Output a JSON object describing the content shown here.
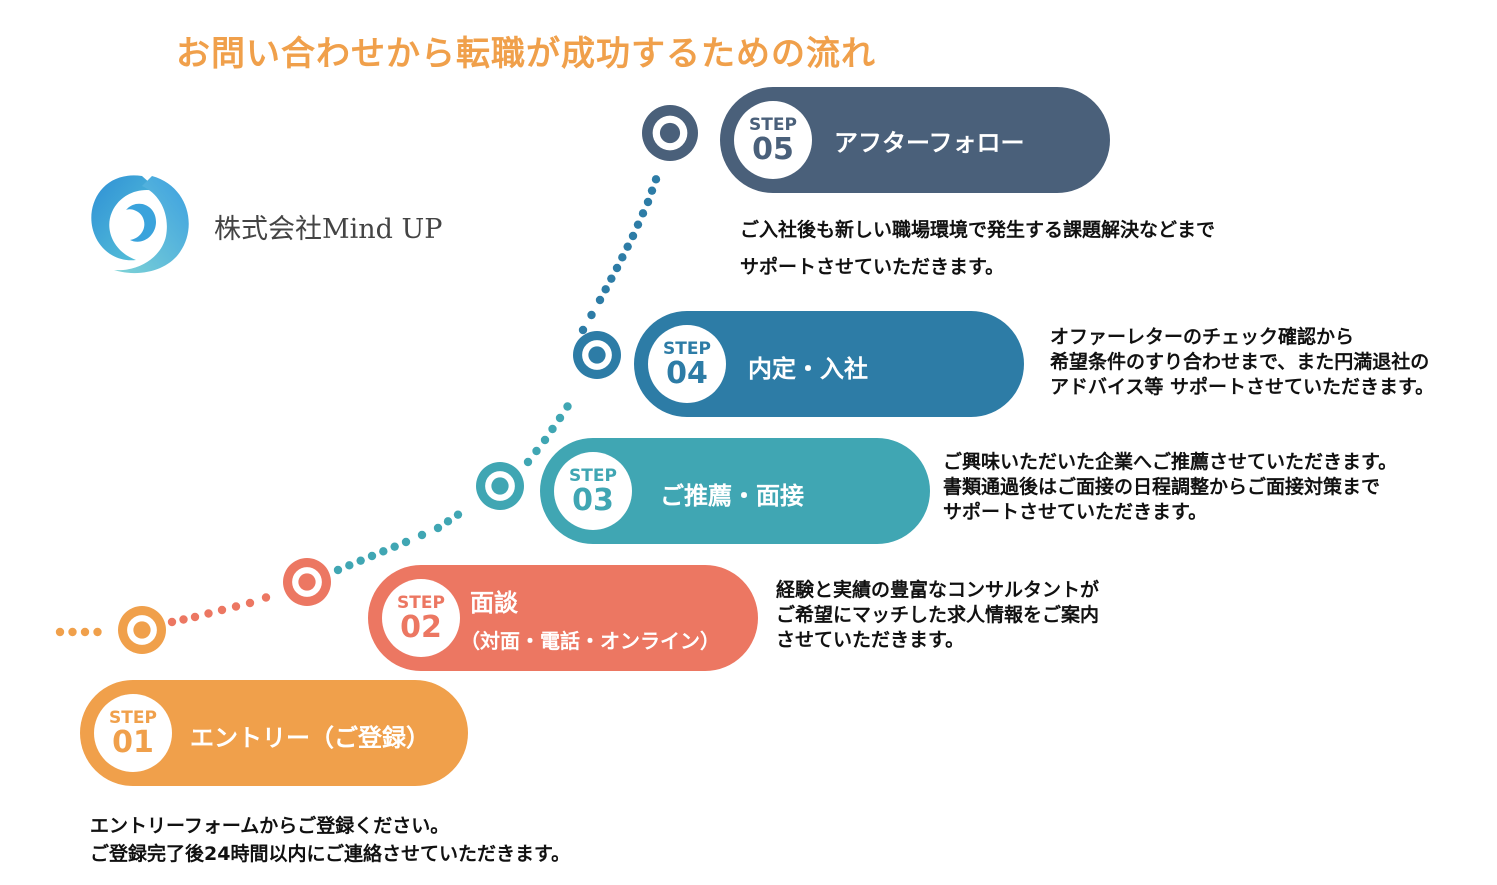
{
  "title": "お問い合わせから転職が成功するための流れ",
  "logo": {
    "text": "株式会社Mind UP",
    "icon": "swirl-logo-icon"
  },
  "colors": {
    "step1": "#f0a04b",
    "step2": "#ec7762",
    "step3": "#40a6b3",
    "step4": "#2d7ca6",
    "step5": "#4a607a",
    "title": "#f0a04b"
  },
  "steps": [
    {
      "step_label": "STEP",
      "number": "01",
      "label": "エントリー（ご登録）",
      "description": [
        "エントリーフォームからご登録ください。",
        "ご登録完了後24時間以内にご連絡させていただきます。"
      ]
    },
    {
      "step_label": "STEP",
      "number": "02",
      "label": "面談",
      "sublabel": "（対面・電話・オンライン）",
      "description": [
        "経験と実績の豊富なコンサルタントが",
        "ご希望にマッチした求人情報をご案内",
        "させていただきます。"
      ]
    },
    {
      "step_label": "STEP",
      "number": "03",
      "label": "ご推薦・面接",
      "description": [
        "ご興味いただいた企業へご推薦させていただきます。",
        "書類通過後はご面接の日程調整からご面接対策まで",
        "サポートさせていただきます。"
      ]
    },
    {
      "step_label": "STEP",
      "number": "04",
      "label": "内定・入社",
      "description": [
        "オファーレターのチェック確認から",
        "希望条件のすり合わせまで、また円満退社の",
        "アドバイス等 サポートさせていただきます。"
      ]
    },
    {
      "step_label": "STEP",
      "number": "05",
      "label": "アフターフォロー",
      "description": [
        "ご入社後も新しい職場環境で発生する課題解決などまで",
        "サポートさせていただきます。"
      ]
    }
  ]
}
